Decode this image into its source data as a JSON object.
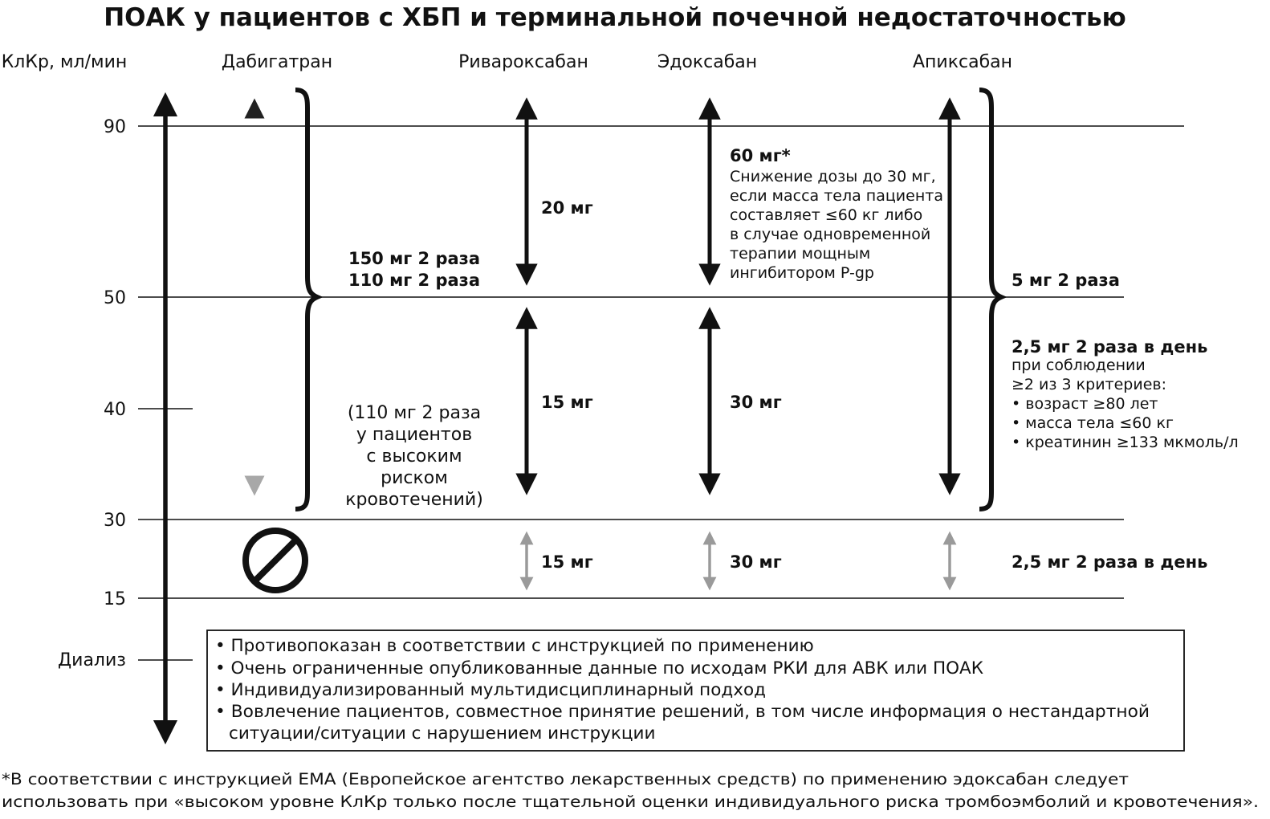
{
  "title": "ПОАК у пациентов с ХБП и терминальной почечной недостаточностью",
  "axis": {
    "label": "КлКр, мл/мин",
    "ticks": [
      "90",
      "50",
      "40",
      "30",
      "15",
      "Диализ"
    ]
  },
  "columns": {
    "dabigatran": "Дабигатран",
    "rivaroxaban": "Ривароксабан",
    "edoxaban": "Эдоксабан",
    "apixaban": "Апиксабан"
  },
  "dabigatran": {
    "dose_line1": "150 мг 2 раза",
    "dose_line2": "110 мг 2 раза",
    "note_lines": [
      "(110 мг 2 раза",
      "у пациентов",
      "с высоким",
      "риском",
      "кровотечений)"
    ]
  },
  "rivaroxaban": {
    "dose_high": "20 мг",
    "dose_mid": "15 мг",
    "dose_low": "15 мг"
  },
  "edoxaban": {
    "dose_high": "60 мг*",
    "note_lines": [
      "Снижение дозы до 30 мг,",
      "если масса тела пациента",
      "составляет ≤60 кг либо",
      "в случае одновременной",
      "терапии мощным",
      "ингибитором P-gp"
    ],
    "dose_mid": "30 мг",
    "dose_low": "30 мг"
  },
  "apixaban": {
    "dose_high": "5 мг 2 раза",
    "dose_mid": "2,5 мг 2 раза в день",
    "criteria_lines": [
      "при соблюдении",
      "≥2 из 3 критериев:",
      "• возраст ≥80 лет",
      "• масса тела ≤60 кг",
      "• креатинин ≥133 мкмоль/л"
    ],
    "dose_low": "2,5 мг 2 раза в день"
  },
  "dialysis_box": [
    "• Противопоказан в соответствии с инструкцией по применению",
    "• Очень ограниченные опубликованные данные по исходам РКИ для АВК или ПОАК",
    "• Индивидуализированный мультидисциплинарный подход",
    "• Вовлечение пациентов, совместное принятие решений, в том числе информация о нестандартной",
    "ситуации/ситуации с нарушением инструкции"
  ],
  "footnote": [
    "*В соответствии с инструкцией ЕМА (Европейское агентство лекарственных средств) по применению эдоксабан следует",
    "использовать при «высоком уровне КлКр только после тщательной оценки индивидуального риска тромбоэмболий и кровотечения»."
  ],
  "colors": {
    "ink": "#111111",
    "muted_arrow": "#9a9a9a",
    "dabigatran_gradient_top": "#222222",
    "dabigatran_gradient_bottom": "#a8a8a8"
  },
  "icons": {
    "contraindicated": "prohibited-icon"
  }
}
